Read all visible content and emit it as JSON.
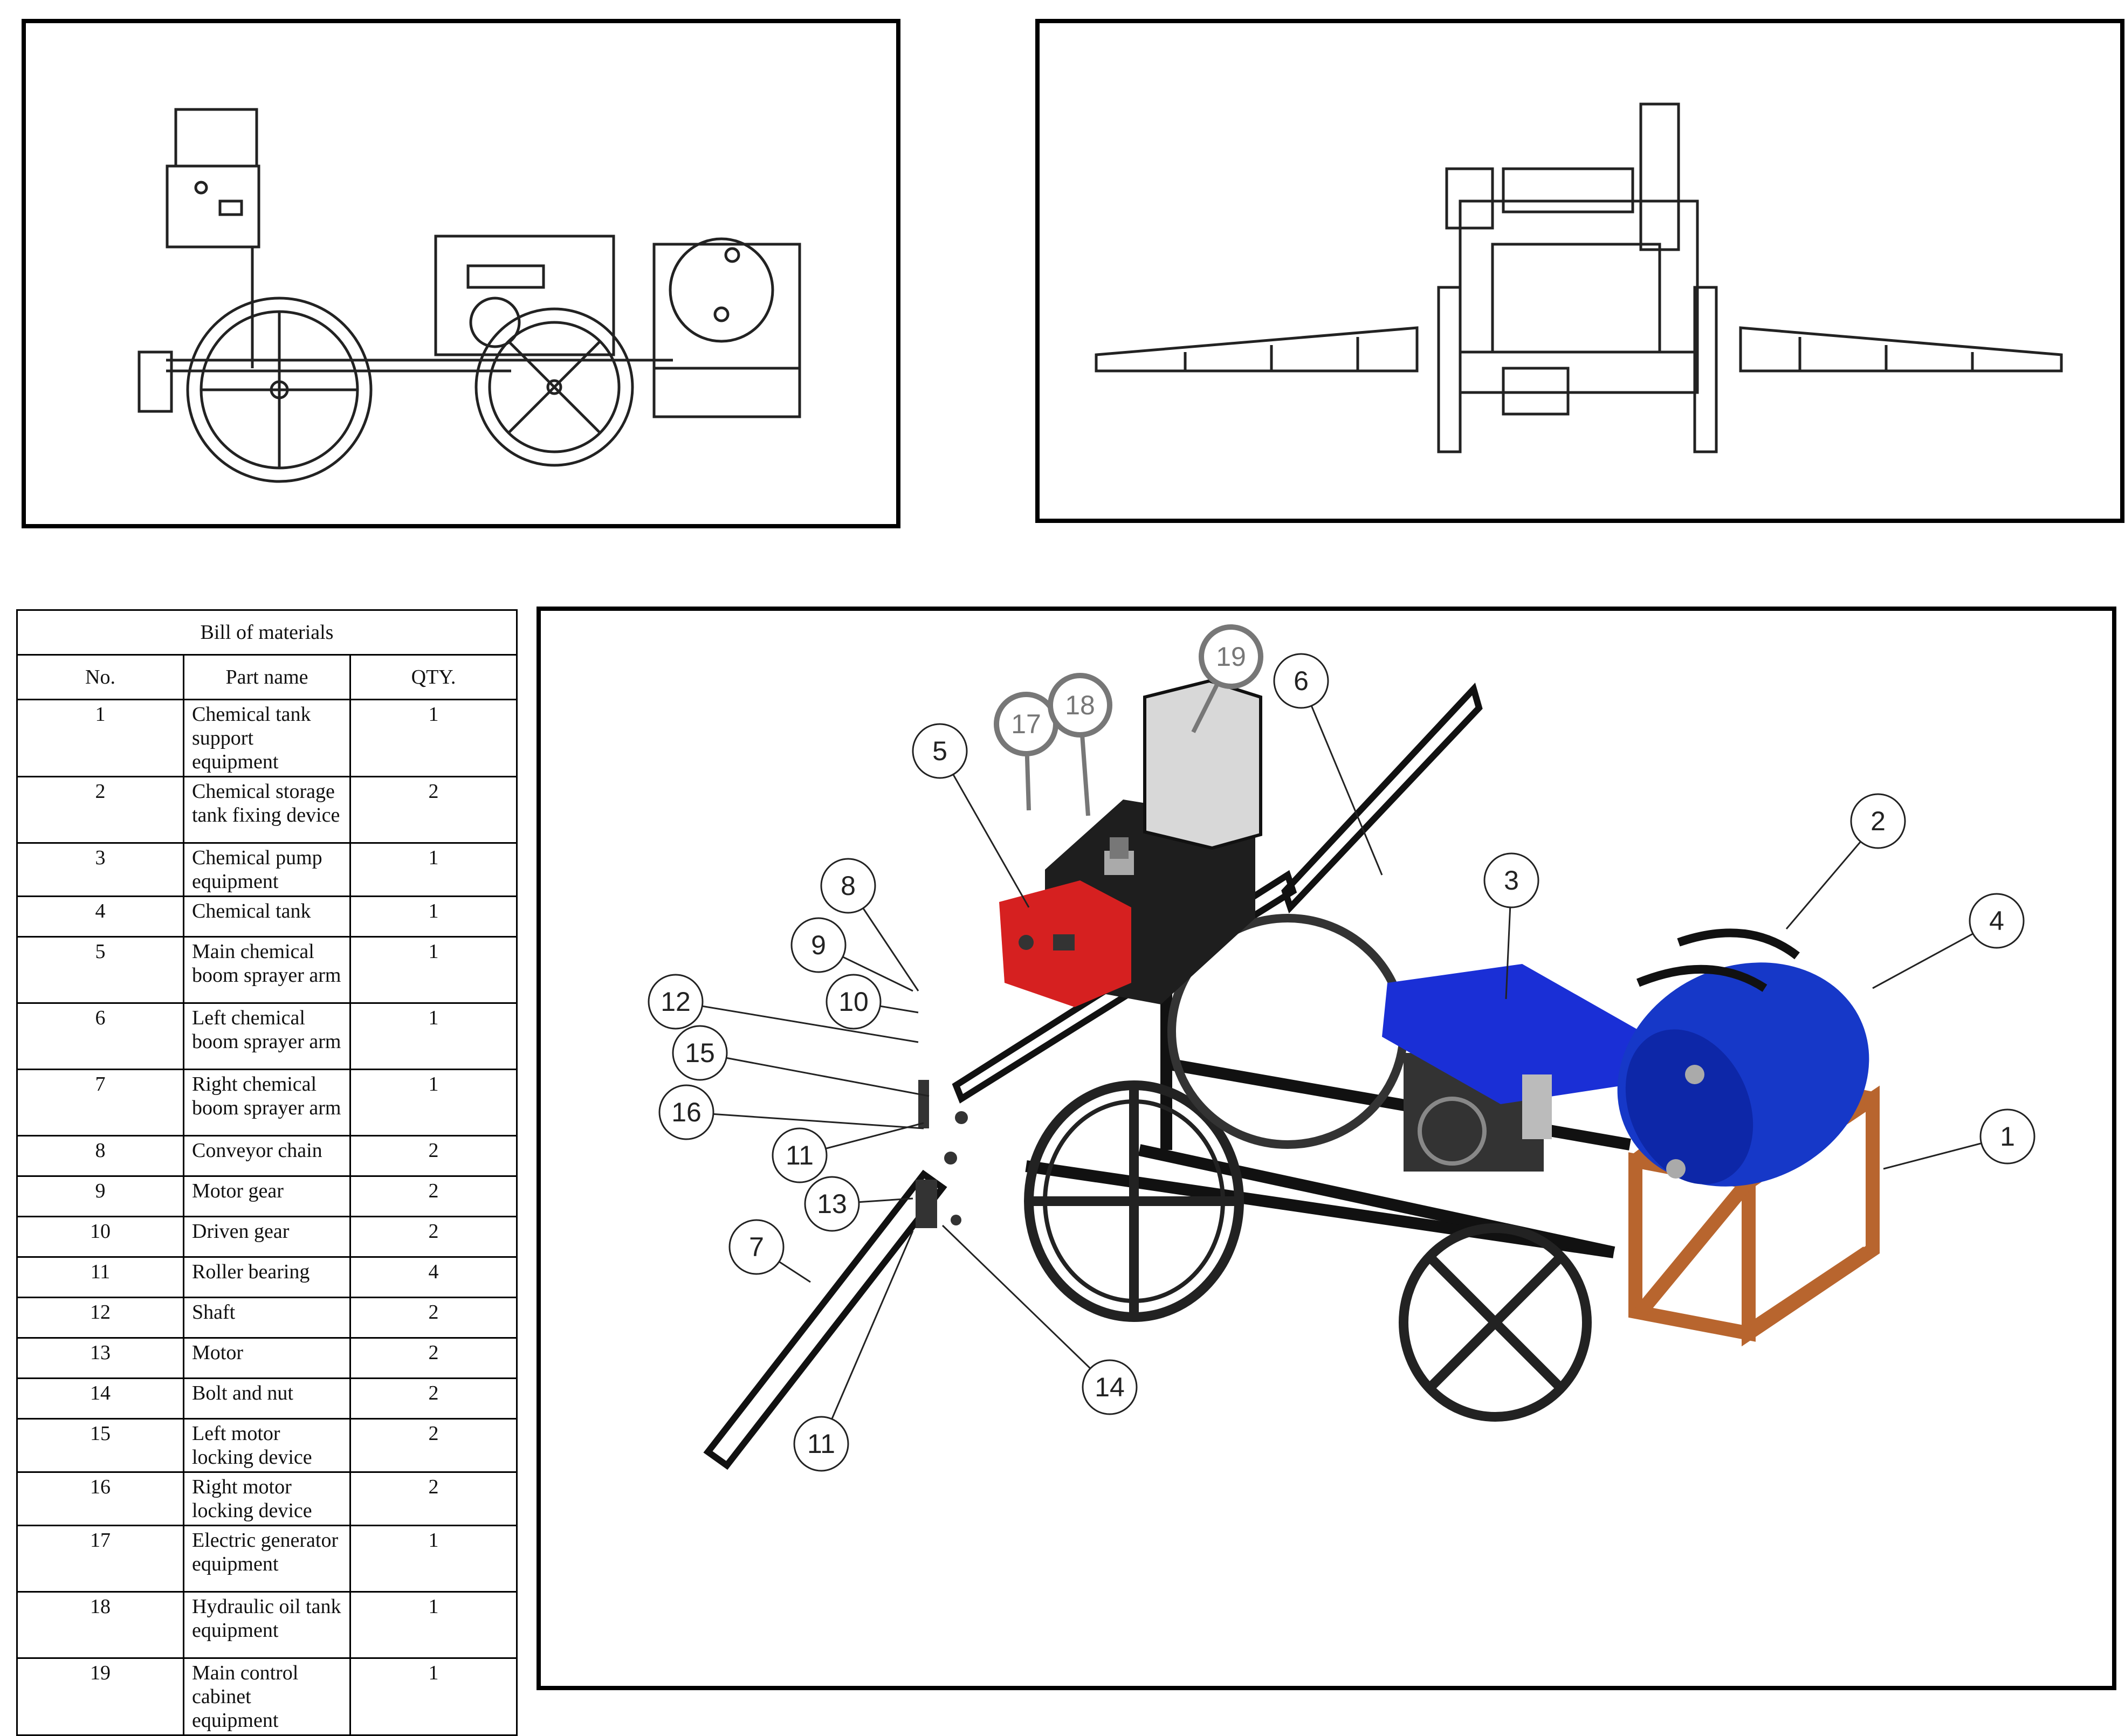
{
  "bom": {
    "title": "Bill of materials",
    "headers": {
      "no": "No.",
      "part": "Part name",
      "qty": "QTY."
    },
    "rows": [
      {
        "no": "1",
        "part": "Chemical tank support equipment",
        "qty": "1"
      },
      {
        "no": "2",
        "part": "Chemical storage tank fixing device",
        "qty": "2"
      },
      {
        "no": "3",
        "part": "Chemical pump equipment",
        "qty": "1"
      },
      {
        "no": "4",
        "part": "Chemical tank",
        "qty": "1"
      },
      {
        "no": "5",
        "part": "Main chemical boom sprayer arm",
        "qty": "1"
      },
      {
        "no": "6",
        "part": "Left chemical boom sprayer arm",
        "qty": "1"
      },
      {
        "no": "7",
        "part": "Right chemical boom sprayer arm",
        "qty": "1"
      },
      {
        "no": "8",
        "part": "Conveyor chain",
        "qty": "2"
      },
      {
        "no": "9",
        "part": "Motor gear",
        "qty": "2"
      },
      {
        "no": "10",
        "part": "Driven gear",
        "qty": "2"
      },
      {
        "no": "11",
        "part": "Roller bearing",
        "qty": "4"
      },
      {
        "no": "12",
        "part": "Shaft",
        "qty": "2"
      },
      {
        "no": "13",
        "part": "Motor",
        "qty": "2"
      },
      {
        "no": "14",
        "part": "Bolt and nut",
        "qty": "2"
      },
      {
        "no": "15",
        "part": "Left motor locking device",
        "qty": "2"
      },
      {
        "no": "16",
        "part": "Right motor locking device",
        "qty": "2"
      },
      {
        "no": "17",
        "part": "Electric generator equipment",
        "qty": "1"
      },
      {
        "no": "18",
        "part": "Hydraulic oil tank equipment",
        "qty": "1"
      },
      {
        "no": "19",
        "part": "Main control cabinet equipment",
        "qty": "1"
      }
    ]
  },
  "callouts": [
    {
      "label": "1"
    },
    {
      "label": "2"
    },
    {
      "label": "3"
    },
    {
      "label": "4"
    },
    {
      "label": "5"
    },
    {
      "label": "6"
    },
    {
      "label": "7"
    },
    {
      "label": "8"
    },
    {
      "label": "9"
    },
    {
      "label": "10"
    },
    {
      "label": "11"
    },
    {
      "label": "11"
    },
    {
      "label": "12"
    },
    {
      "label": "13"
    },
    {
      "label": "14"
    },
    {
      "label": "15"
    },
    {
      "label": "16"
    },
    {
      "label": "17"
    },
    {
      "label": "18"
    },
    {
      "label": "19"
    }
  ],
  "colors": {
    "generator": "#d62020",
    "pump": "#1a2fd6",
    "tank": "#1638c8",
    "support": "#b8652e",
    "frame": "#1a1a1a",
    "cabinet": "#d8d8d8"
  }
}
